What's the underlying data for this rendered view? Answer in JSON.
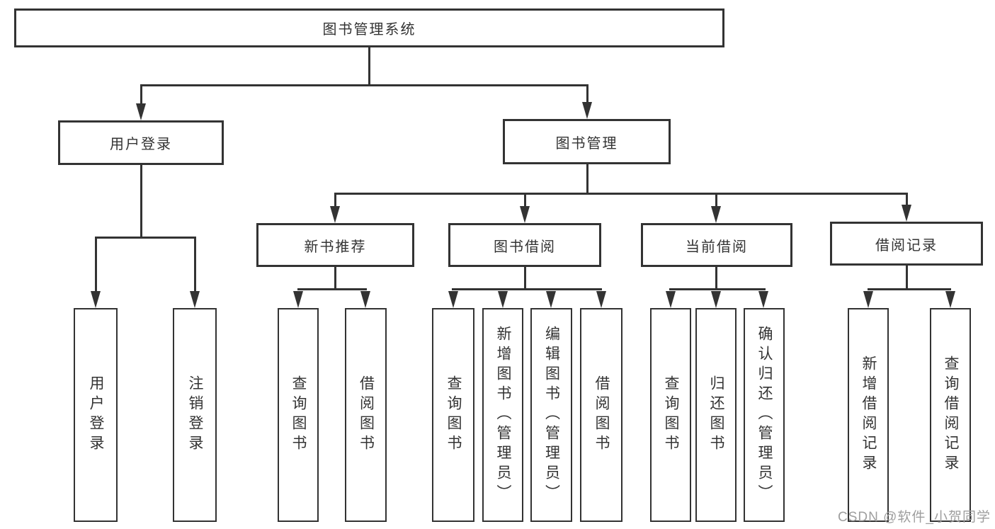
{
  "tree": {
    "root": {
      "label": "图书管理系统"
    },
    "branches": [
      {
        "label": "用户登录",
        "children": [
          {
            "label": "用户登录"
          },
          {
            "label": "注销登录"
          }
        ]
      },
      {
        "label": "图书管理",
        "children": [
          {
            "label": "新书推荐",
            "children": [
              {
                "label": "查询图书"
              },
              {
                "label": "借阅图书"
              }
            ]
          },
          {
            "label": "图书借阅",
            "children": [
              {
                "label": "查询图书"
              },
              {
                "label": "新增图书（管理员）"
              },
              {
                "label": "编辑图书（管理员）"
              },
              {
                "label": "借阅图书"
              }
            ]
          },
          {
            "label": "当前借阅",
            "children": [
              {
                "label": "查询图书"
              },
              {
                "label": "归还图书"
              },
              {
                "label": "确认归还（管理员）"
              }
            ]
          },
          {
            "label": "借阅记录",
            "children": [
              {
                "label": "新增借阅记录"
              },
              {
                "label": "查询借阅记录"
              }
            ]
          }
        ]
      }
    ]
  },
  "watermark": {
    "text": "CSDN @软件_小贺同学"
  },
  "colors": {
    "line": "#333333",
    "text": "#333333",
    "background": "#ffffff",
    "watermark": "#9e9e9e"
  }
}
